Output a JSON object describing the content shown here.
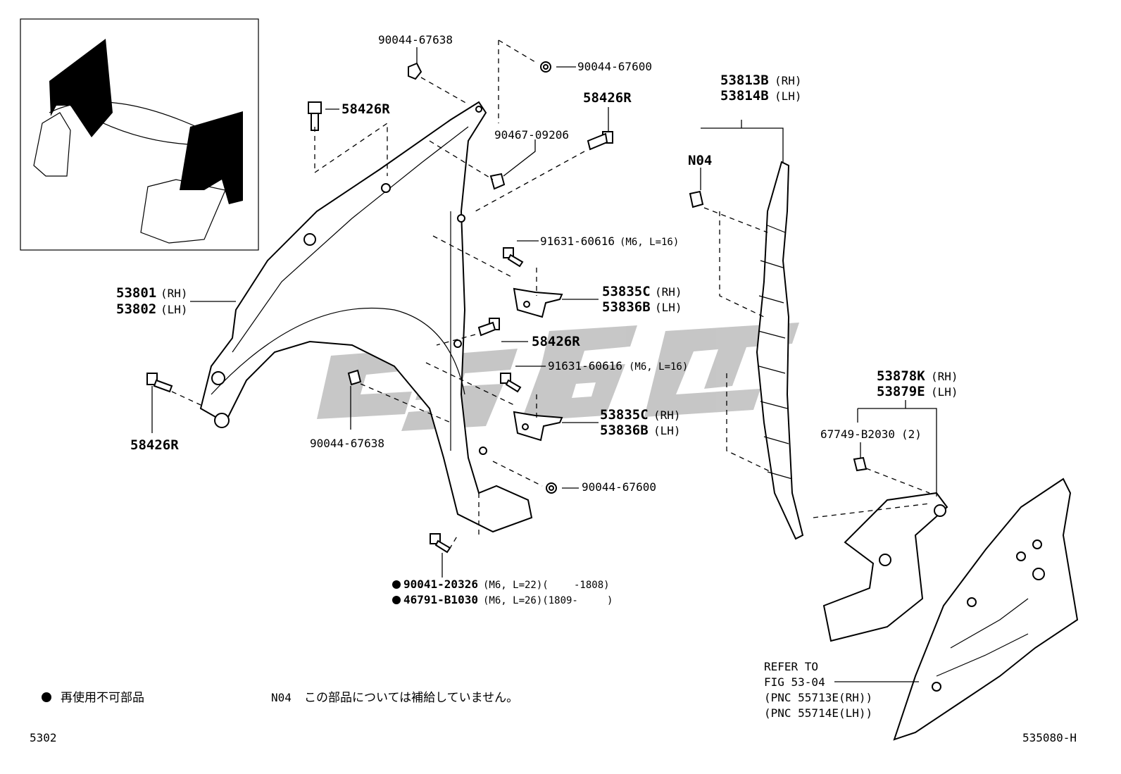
{
  "labels": {
    "p90044_67638_top": "90044-67638",
    "p90044_67600_top": "90044-67600",
    "p58426r_top_left": "58426R",
    "p58426r_top_right": "58426R",
    "p90467": "90467-09206",
    "p53813b": "53813B",
    "p53814b": "53814B",
    "rh": "(RH)",
    "lh": "(LH)",
    "n04": "N04",
    "p91631_a": "91631-60616",
    "p91631_b": "91631-60616",
    "m6_l16": "(M6, L=16)",
    "p53801": "53801",
    "p53802": "53802",
    "p53835c_a": "53835C",
    "p53836b_a": "53836B",
    "p58426r_mid": "58426R",
    "p53835c_b": "53835C",
    "p53836b_b": "53836B",
    "p58426r_bottom_left": "58426R",
    "p90044_67638_bottom": "90044-67638",
    "p53878k": "53878K",
    "p53879e": "53879E",
    "p67749": "67749-B2030",
    "qty2": "(2)",
    "p90044_67600_bottom": "90044-67600",
    "p90041": "90041-20326",
    "p90041_spec": "(M6, L=22)(",
    "p90041_range": "-1808)",
    "p46791": "46791-B1030",
    "p46791_spec": "(M6, L=26)(1809-",
    "p46791_range": ")",
    "refer1": "REFER TO",
    "refer2": "FIG 53-04",
    "refer3": "(PNC 55713E(RH))",
    "refer4": "(PNC 55714E(LH))",
    "legend_dot": "再使用不可部品",
    "legend_n04_code": "N04",
    "legend_n04_text": "この部品については補給していません。",
    "footer_left": "5302",
    "footer_right": "535080-H"
  },
  "colors": {
    "line": "#000000",
    "watermark": "#bdbdbd",
    "background": "#ffffff"
  }
}
